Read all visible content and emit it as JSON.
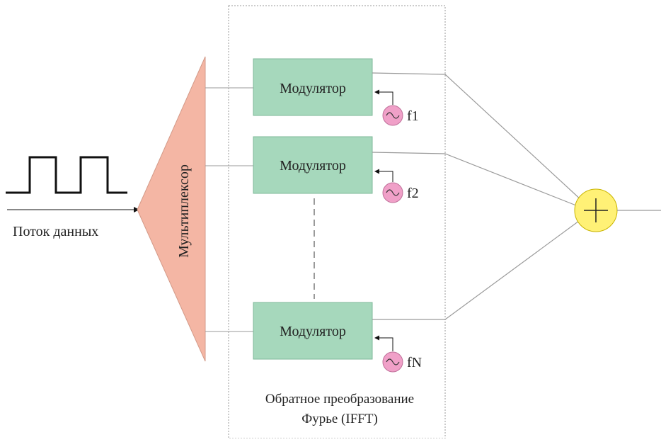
{
  "input": {
    "label": "Поток данных"
  },
  "multiplexer": {
    "label": "Мультиплексор"
  },
  "modulators": [
    {
      "label": "Модулятор",
      "freq": "f1"
    },
    {
      "label": "Модулятор",
      "freq": "f2"
    },
    {
      "label": "Модулятор",
      "freq": "fN"
    }
  ],
  "ifft": {
    "caption_line1": "Обратное преобразование",
    "caption_line2": "Фурье (IFFT)"
  },
  "colors": {
    "multiplexer_fill": "#f4b6a4",
    "modulator_fill": "#a6d8bc",
    "oscillator_fill": "#f0a0c8",
    "summer_fill": "#fff176",
    "line": "#9a9a9a",
    "signal": "#111111"
  }
}
